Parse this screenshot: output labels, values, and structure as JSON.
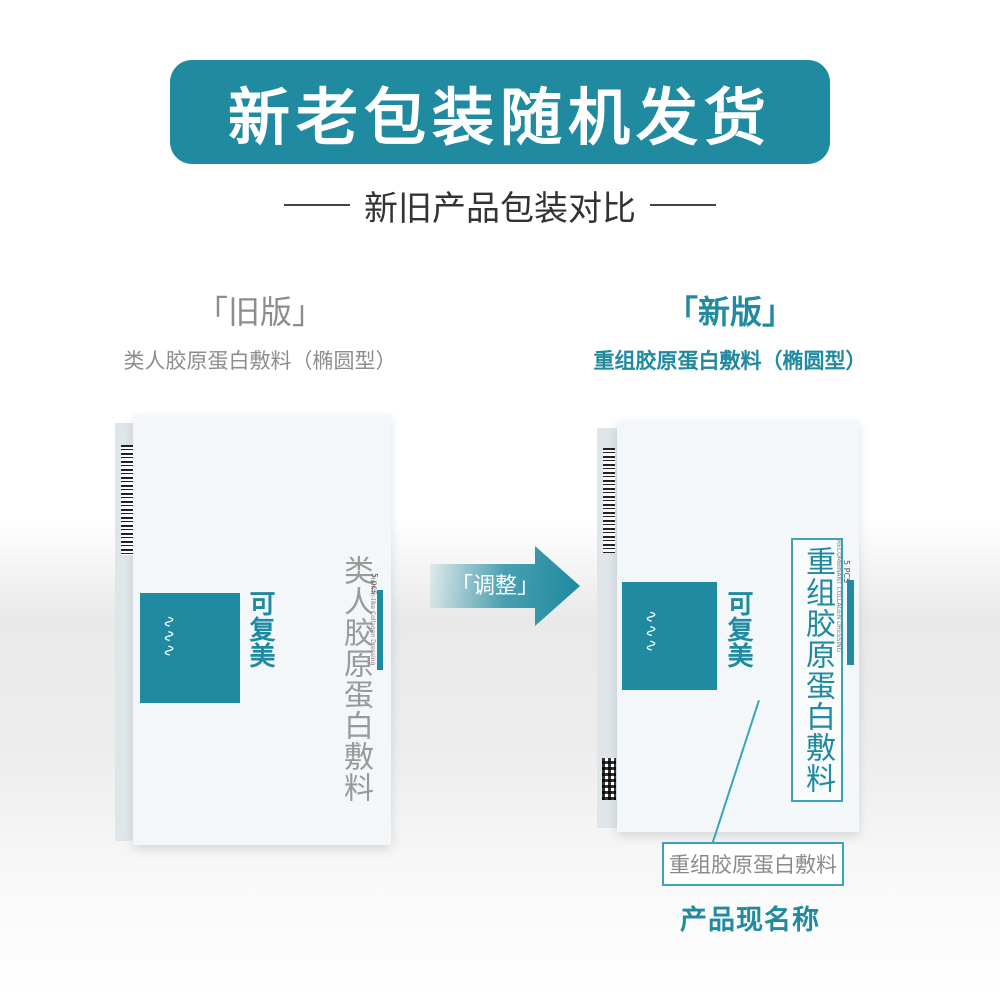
{
  "banner": {
    "title": "新老包装随机发货"
  },
  "subtitle": {
    "text": "新旧产品包装对比"
  },
  "old": {
    "tag": "「旧版」",
    "name": "类人胶原蛋白敷料（椭圆型）",
    "box_name": "类人胶原蛋白敷料",
    "box_en": "Human-like Collagen Dressing",
    "brand": "可复美",
    "pcs": "5 pcs"
  },
  "arrow": {
    "label": "「调整」"
  },
  "new": {
    "tag": "「新版」",
    "name": "重组胶原蛋白敷料（椭圆型）",
    "box_name": "重组胶原蛋白敷料",
    "box_en": "RECOMBINANT COLLAGEN DRESSING",
    "brand": "可复美",
    "pcs": "5 PCS"
  },
  "callout": {
    "label": "重组胶原蛋白敷料",
    "caption": "产品现名称"
  },
  "colors": {
    "accent": "#1f8aa0",
    "muted": "#8d8d8d"
  }
}
